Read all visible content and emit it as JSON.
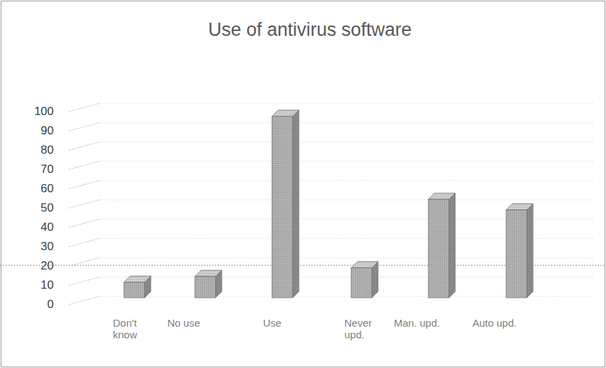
{
  "diagram": {
    "title": "Use of antivirus software",
    "labels": [
      "100",
      "90",
      "80",
      "70",
      "60",
      "50",
      "40",
      "30",
      "20",
      "10",
      "0",
      "Don't know",
      "No use",
      "Use",
      "Never upd.",
      "Man. upd.",
      "Auto upd."
    ]
  }
}
